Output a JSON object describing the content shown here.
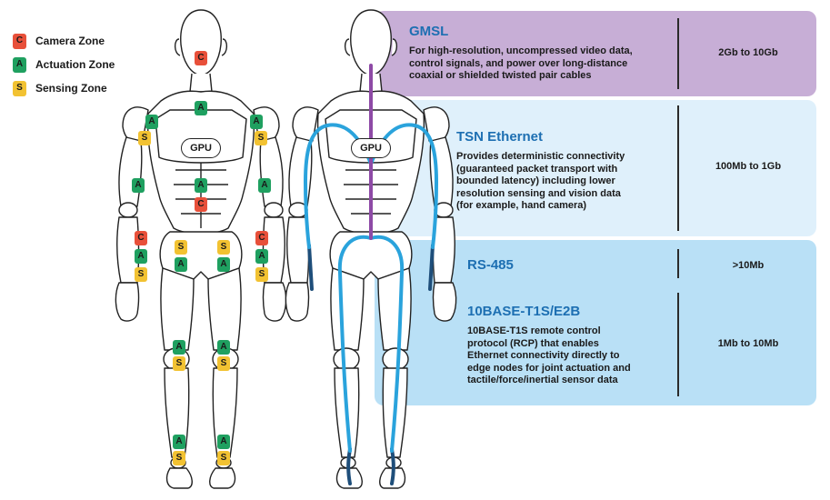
{
  "legend": {
    "camera": {
      "letter": "C",
      "label": "Camera Zone",
      "color": "#e8503a"
    },
    "actuation": {
      "letter": "A",
      "label": "Actuation Zone",
      "color": "#1fa060"
    },
    "sensing": {
      "letter": "S",
      "label": "Sensing Zone",
      "color": "#f2c232"
    }
  },
  "figures": {
    "gpu_label": "GPU"
  },
  "panels": {
    "gmsl": {
      "title": "GMSL",
      "desc": [
        "For high-resolution, uncompressed video data,",
        "control signals, and power over long-distance",
        "coaxial or shielded twisted pair cables"
      ],
      "rate": "2Gb to 10Gb",
      "color": "#c7aed6"
    },
    "tsn": {
      "title": "TSN Ethernet",
      "desc": [
        "Provides deterministic connectivity",
        "(guaranteed packet transport with",
        "bounded latency) including lower",
        "resolution sensing and vision data",
        "(for example, hand camera)"
      ],
      "rate": "100Mb to 1Gb",
      "color": "#dff0fb"
    },
    "rs485": {
      "title": "RS-485",
      "rate": ">10Mb",
      "color": "#b9e0f6"
    },
    "t1s": {
      "title": "10BASE-T1S/E2B",
      "desc": [
        "10BASE-T1S remote control",
        "protocol (RCP) that enables",
        "Ethernet connectivity directly to",
        "edge nodes for joint actuation and",
        "tactile/force/inertial sensor data"
      ],
      "rate": "1Mb to 10Mb"
    }
  },
  "colors": {
    "gmsl_line": "#8e4aa6",
    "tsn_line": "#2aa3dc",
    "t1s_line": "#1e4e7a",
    "title_blue": "#1d6fb2"
  }
}
